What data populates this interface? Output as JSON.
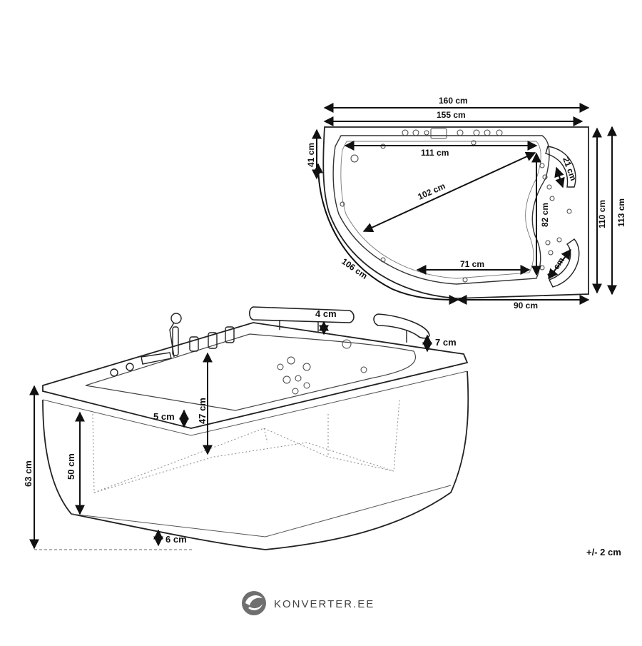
{
  "top_view": {
    "width_outer": "160 cm",
    "width_inner": "155 cm",
    "left_side": "41 cm",
    "basin_length": "111 cm",
    "headrest_right": "21 cm",
    "diagonal": "102 cm",
    "basin_width": "82 cm",
    "depth_110": "110 cm",
    "depth_113": "113 cm",
    "basin_bottom": "71 cm",
    "headrest_corner": "45 cm",
    "arc_length": "106 cm",
    "bottom_edge": "90 cm"
  },
  "side_view": {
    "pillow_height": "4 cm",
    "pillow_right": "7 cm",
    "inner_depth": "47 cm",
    "rim_thickness": "5 cm",
    "panel_height": "50 cm",
    "total_height": "63 cm",
    "base_height": "6 cm"
  },
  "tolerance": "+/- 2 cm",
  "brand": {
    "name": "KONVERTER.EE"
  }
}
